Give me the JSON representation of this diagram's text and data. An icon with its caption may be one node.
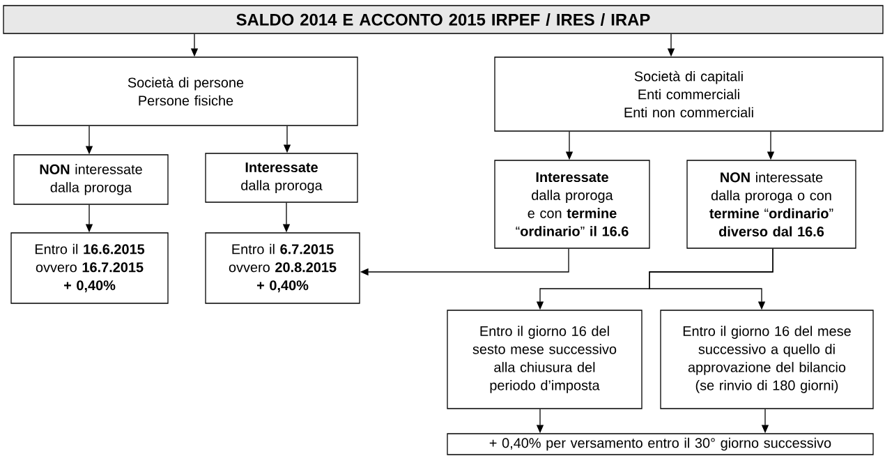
{
  "diagram": {
    "nodes": [
      {
        "text": [
          "SALDO 2014 E ACCONTO 2015 IRPEF / IRES / IRAP"
        ]
      },
      {
        "text": [
          "Società di persone",
          "Persone fisiche"
        ]
      },
      {
        "text": [
          "Società di capitali",
          "Enti commerciali",
          "Enti non commerciali"
        ]
      },
      {
        "text": [
          "**NON** interessate dalla proroga"
        ]
      },
      {
        "text": [
          "**Interessate** dalla proroga"
        ]
      },
      {
        "text": [
          "**Interessate** dalla proroga e con **termine** “**ordinario**” **il 16.6**"
        ]
      },
      {
        "text": [
          "**NON** interessate dalla proroga o con **termine** “**ordinario**” **diverso dal 16.6**"
        ]
      },
      {
        "text": [
          "Entro il **16.6.2015** ovvero **16.7.2015 + 0,40%**"
        ]
      },
      {
        "text": [
          "Entro il **6.7.2015** ovvero **20.8.2015 + 0,40%**"
        ]
      },
      {
        "text": [
          "Entro il giorno 16 del sesto mese successivo alla chiusura del periodo d’imposta"
        ]
      },
      {
        "text": [
          "Entro il giorno 16 del mese successivo a quello di approvazione del bilancio (se rinvio di 180 giorni)"
        ]
      },
      {
        "text": [
          "+ 0,40% per versamento entro il 30° giorno successivo"
        ]
      }
    ],
    "edges": [
      {
        "from": 0,
        "to": 1,
        "arrow": "to"
      },
      {
        "from": 0,
        "to": 2,
        "arrow": "to"
      },
      {
        "from": 1,
        "to": 3,
        "arrow": "to"
      },
      {
        "from": 1,
        "to": 4,
        "arrow": "to"
      },
      {
        "from": 2,
        "to": 5,
        "arrow": "to"
      },
      {
        "from": 2,
        "to": 6,
        "arrow": "to"
      },
      {
        "from": 3,
        "to": 7,
        "arrow": "to"
      },
      {
        "from": 4,
        "to": 8,
        "arrow": "to"
      },
      {
        "from": 5,
        "to": 8,
        "arrow": "to"
      },
      {
        "from": 6,
        "to": 9,
        "arrow": "to"
      },
      {
        "from": 6,
        "to": 10,
        "arrow": "to"
      },
      {
        "from": 9,
        "to": 11,
        "arrow": "to"
      },
      {
        "from": 10,
        "to": 11,
        "arrow": "to"
      }
    ]
  }
}
